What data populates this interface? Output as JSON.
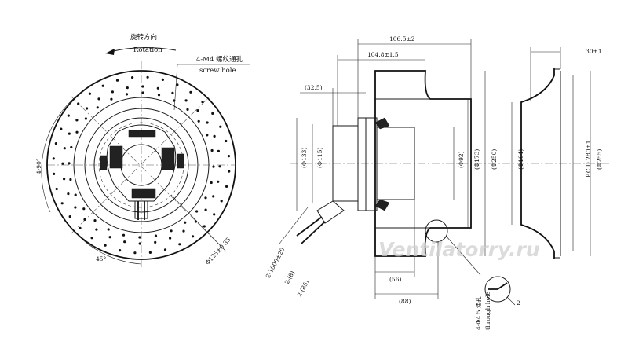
{
  "front_view": {
    "rotation_cn": "旋转方向",
    "rotation_en": "Rotation",
    "screw_hole_cn": "4-M4 螺纹通孔",
    "screw_hole_en": "screw hole",
    "angle_90": "4-90°",
    "angle_45": "45°",
    "pcd_125": "Φ125±0.35"
  },
  "side_view": {
    "dim_106_5": "106.5±2",
    "dim_104_8": "104.8±1.5",
    "dim_32_5": "(32.5)",
    "dim_133": "(Φ133)",
    "dim_115": "(Φ115)",
    "dim_92": "(Φ92)",
    "dim_173": "(Φ173)",
    "dim_250": "(Φ250)",
    "dim_56": "(56)",
    "dim_88": "(88)",
    "cable_2_1000": "2-1000±20",
    "cable_2_8": "2-(8)",
    "cable_2_85": "2-(85)",
    "through_hole_cn": "4-Φ4.5 通孔",
    "through_hole_en": "through hole",
    "detail_2": "2"
  },
  "inlet_view": {
    "dim_30": "30±1",
    "dim_164": "(Φ164)",
    "pcd_280": "P.C.D 280±1",
    "dim_255": "(Φ255)"
  },
  "watermark": "Ventilatorry.ru"
}
